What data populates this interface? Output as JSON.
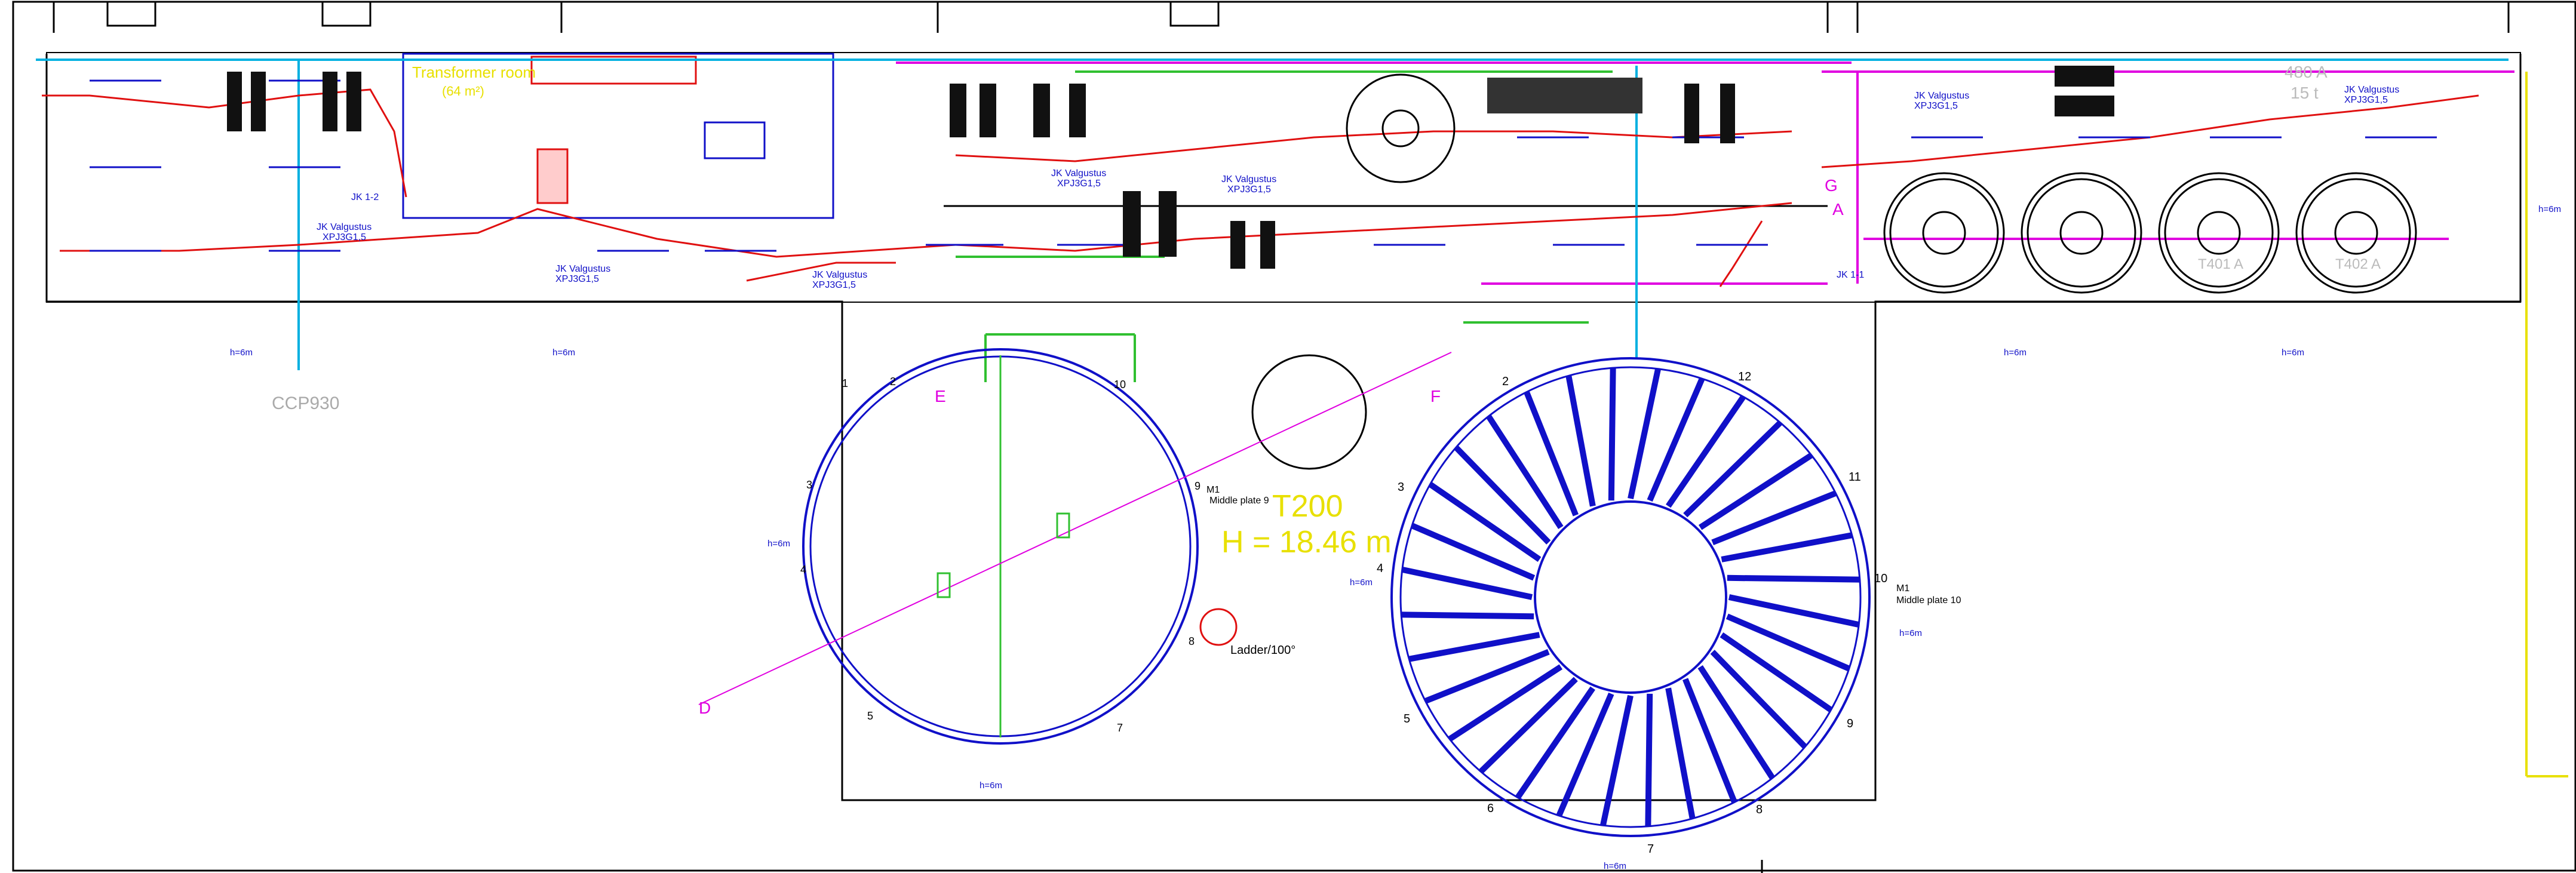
{
  "areas": {
    "transformer_label": "Transformer room",
    "transformer_sub": "(64 m²)",
    "old_code": "CCP930"
  },
  "tanks": {
    "t200_name": "T200",
    "t200_height": "H = 18.46 m",
    "t200_note1": "M1",
    "t200_note2": "Middle plate 9",
    "t200_ladder": "Ladder/100°",
    "big_note1": "M1",
    "big_note2": "Middle plate 10",
    "small_tank_label": "T401 A",
    "small_tank_label2": "T402 A",
    "volume1": "480 A",
    "volume2": "15 t"
  },
  "sections": {
    "a": "A",
    "d": "D",
    "e": "E",
    "f": "F",
    "g": "G",
    "jk12": "JK 1-2",
    "jk11": "JK 1-1"
  },
  "fixture": {
    "line1": "JK Valgustus",
    "line2": "XPJ3G1,5",
    "height": "h=6m"
  },
  "t200_numbers": [
    "1",
    "2",
    "3",
    "4",
    "5",
    "7",
    "8",
    "9",
    "10"
  ],
  "big_numbers": [
    "2",
    "3",
    "4",
    "5",
    "6",
    "7",
    "8",
    "9",
    "10",
    "11",
    "12"
  ],
  "colors": {
    "blue": "#1010c8",
    "red": "#e01010",
    "magenta": "#e000e0",
    "green": "#30c030",
    "yellow": "#e8e000",
    "cyan": "#00b0e0",
    "black": "#000000"
  }
}
